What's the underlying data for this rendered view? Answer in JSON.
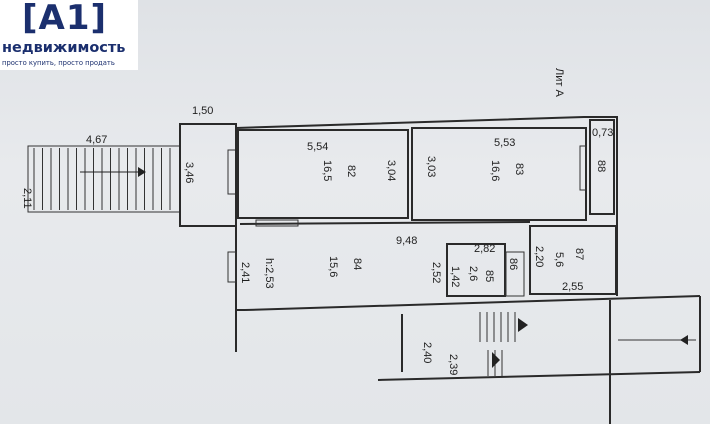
{
  "logo": {
    "brand": "[A1]",
    "name": "недвижимость",
    "slogan": "просто купить, просто продать"
  },
  "plan": {
    "building_label": "Лит А",
    "dims": {
      "stairs_len": "4,67",
      "stairs_w": "2,11",
      "porch_w": "1,50",
      "porch_h": "3,46",
      "r82_w": "5,54",
      "r82_h": "3,04",
      "r83_w": "5,53",
      "r83_h": "3,03",
      "r88_w": "0,73",
      "long": "9,48",
      "r84_h": "2,41",
      "ceiling": "h:2,53",
      "r85_w": "2,82",
      "r85_h": "2,52",
      "r85_small": "1,42",
      "r87_h": "2,20",
      "r87_w": "2,55",
      "stair2_a": "2,40",
      "stair2_b": "2,39"
    },
    "rooms": [
      {
        "num": "82",
        "area": "16,5"
      },
      {
        "num": "83",
        "area": "16,6"
      },
      {
        "num": "88",
        "area": ""
      },
      {
        "num": "84",
        "area": "15,6"
      },
      {
        "num": "85",
        "area": "2,6"
      },
      {
        "num": "86",
        "area": ""
      },
      {
        "num": "87",
        "area": "5,6"
      }
    ]
  }
}
